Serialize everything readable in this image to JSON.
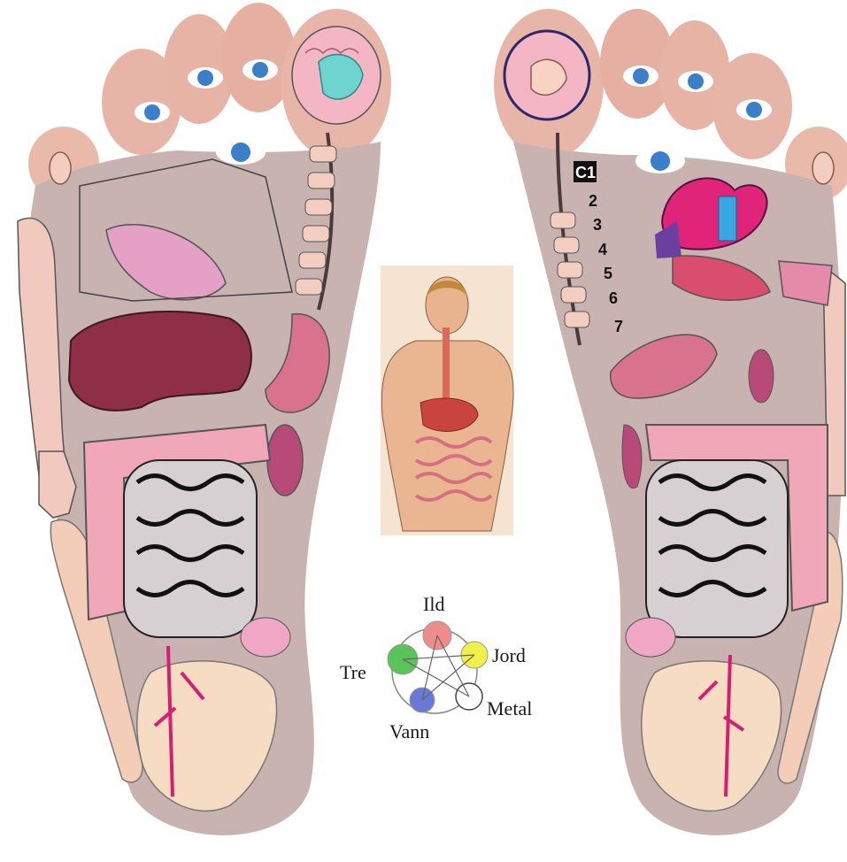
{
  "five_elements": {
    "top": "Ild",
    "upper_right": "Jord",
    "lower_right": "Metal",
    "lower_left": "Vann",
    "upper_left": "Tre"
  },
  "vertebrae_labels": [
    "C1",
    "2",
    "3",
    "4",
    "5",
    "6",
    "7"
  ],
  "colors": {
    "skin": "#efc2b5",
    "sole": "#c9b3b0",
    "liver": "#8e2f45",
    "intestine": "#d6d0d3",
    "colon": "#f0a7b7",
    "heart": "#e0247a",
    "ild": "#f08b8b",
    "jord": "#f2ee4a",
    "metal": "#ffffff",
    "vann": "#6a79d8",
    "tre": "#58c45a",
    "eye": "#3b7ec9"
  }
}
